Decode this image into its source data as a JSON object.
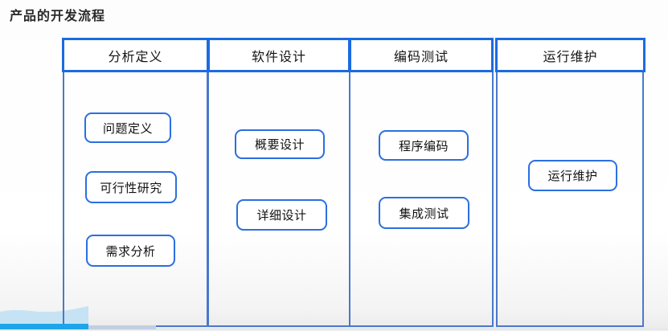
{
  "page": {
    "title": "产品的开发流程"
  },
  "diagram": {
    "columns": [
      {
        "header": "分析定义",
        "boxes": [
          "问题定义",
          "可行性研究",
          "需求分析"
        ]
      },
      {
        "header": "软件设计",
        "boxes": [
          "概要设计",
          "详细设计"
        ]
      },
      {
        "header": "编码测试",
        "boxes": [
          "程序编码",
          "集成测试"
        ]
      },
      {
        "header": "运行维护",
        "boxes": [
          "运行维护"
        ]
      }
    ]
  },
  "player": {
    "progress_percent": 13
  },
  "colors": {
    "header_border": "#1c6be1",
    "body_border": "#4a78cb",
    "step_border": "#2b6fe0",
    "progress_fill": "#1ea5e9",
    "progress_buffer": "#c2cee1",
    "wave_fill": "#c5e3f4",
    "title_text": "#2a2a2a"
  }
}
